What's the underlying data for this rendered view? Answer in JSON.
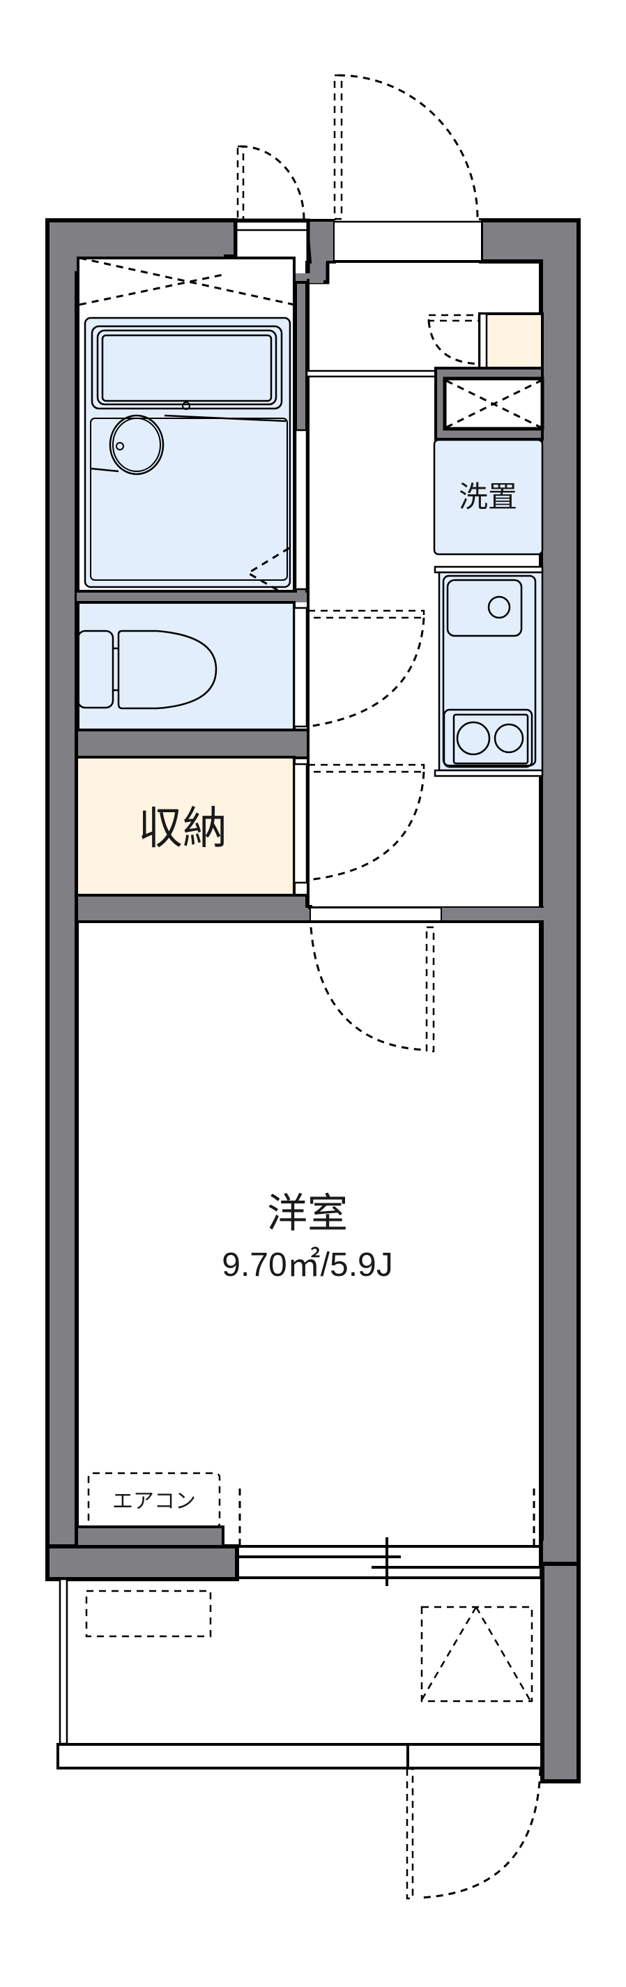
{
  "floor_plan": {
    "rooms": {
      "western_room": {
        "name": "洋室",
        "area": "9.70㎡/5.9J"
      },
      "storage": {
        "name": "収納"
      },
      "laundry": {
        "name": "洗置"
      },
      "air_conditioner": {
        "name": "エアコン"
      }
    },
    "fixtures": [
      "unit-bath",
      "toilet",
      "kitchen-sink",
      "two-burner-stove",
      "shoe-cabinet",
      "pipe-shaft",
      "balcony-storage"
    ],
    "colors": {
      "wall": "#808084",
      "wet_area": "#e3eefc",
      "storage": "#fff4e2",
      "line": "#000000"
    }
  }
}
